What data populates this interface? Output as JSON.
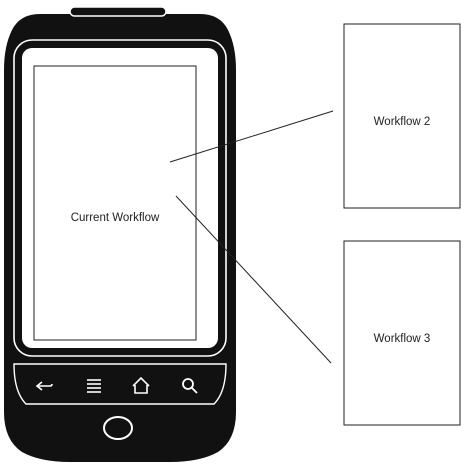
{
  "current_screen": {
    "label": "Current Workflow"
  },
  "workflows": [
    {
      "label": "Workflow 2"
    },
    {
      "label": "Workflow 3"
    }
  ],
  "phone": {
    "nav_buttons": [
      {
        "icon": "back-arrow-icon"
      },
      {
        "icon": "menu-icon"
      },
      {
        "icon": "home-icon"
      },
      {
        "icon": "search-icon"
      }
    ]
  },
  "colors": {
    "phone_body": "#111111",
    "outline": "#222222",
    "background": "#ffffff"
  }
}
